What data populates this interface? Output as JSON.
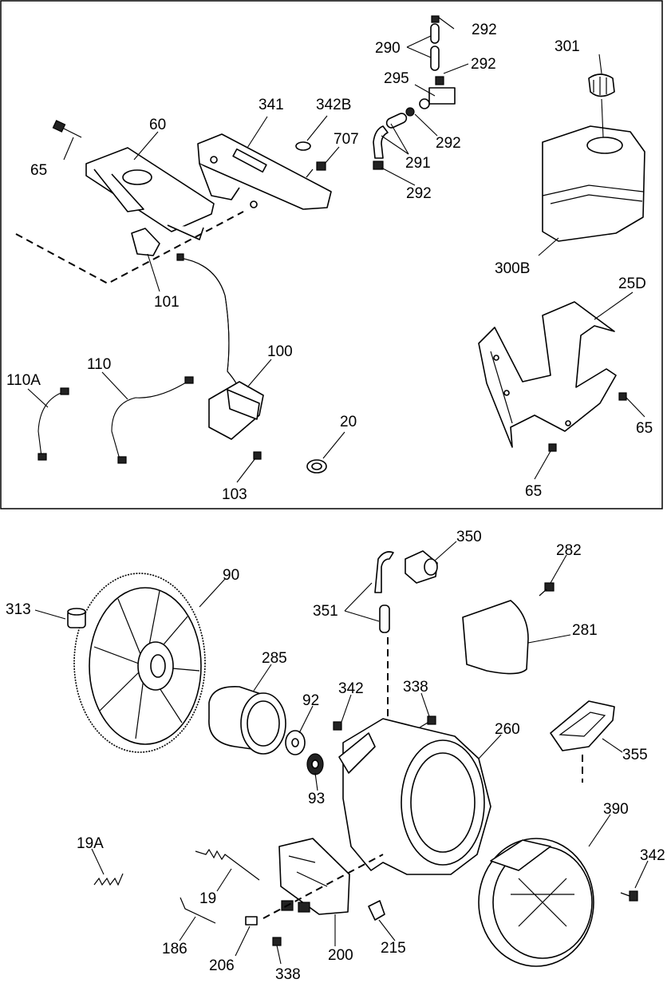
{
  "panels": {
    "top": {
      "callouts": [
        "292",
        "290",
        "292",
        "295",
        "301",
        "342B",
        "341",
        "60",
        "707",
        "292",
        "291",
        "65",
        "292",
        "300B",
        "101",
        "25D",
        "110A",
        "110",
        "100",
        "65",
        "20",
        "103",
        "65"
      ]
    },
    "bottom": {
      "callouts": [
        "350",
        "282",
        "90",
        "313",
        "351",
        "281",
        "285",
        "342",
        "338",
        "92",
        "260",
        "355",
        "93",
        "390",
        "19A",
        "342",
        "19",
        "186",
        "206",
        "200",
        "215",
        "338"
      ]
    }
  }
}
